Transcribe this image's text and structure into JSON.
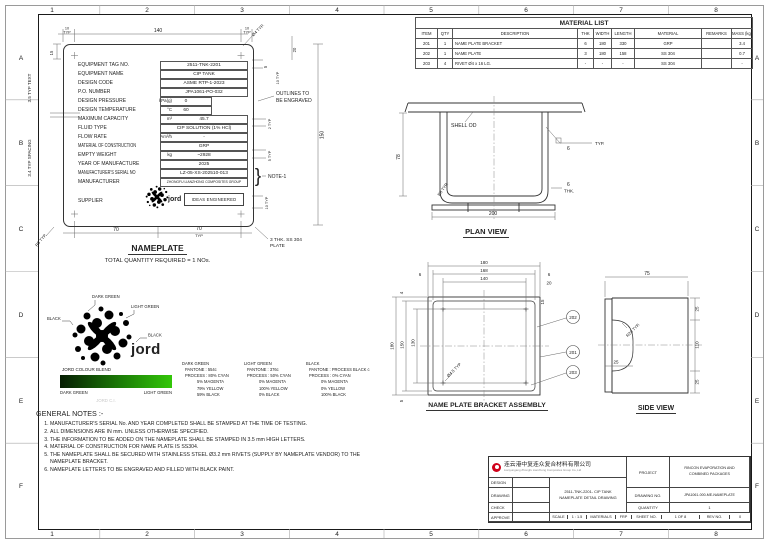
{
  "colors": {
    "line": "#333333",
    "dim": "#666666",
    "logo_red": "#d0021b",
    "dark_green": "#061d03",
    "light_green": "#33c708"
  },
  "zones": {
    "numbers": [
      "1",
      "2",
      "3",
      "4",
      "5",
      "6",
      "7",
      "8"
    ],
    "letters": [
      "A",
      "B",
      "C",
      "D",
      "E",
      "F"
    ]
  },
  "material_list": {
    "title": "MATERIAL LIST",
    "headers": [
      "ITEM",
      "QTY",
      "DESCRIPTION",
      "THK",
      "WIDTH",
      "LENGTH",
      "MATERIAL",
      "REMARKS",
      "MASS (kg)"
    ],
    "rows": [
      [
        "201",
        "1",
        "NAME PLATE BRACKET",
        "6",
        "180",
        "330",
        "GRP",
        "",
        "3.4"
      ],
      [
        "202",
        "1",
        "NAME PLATE",
        "3",
        "180",
        "158",
        "SS 304",
        "",
        "0.7"
      ],
      [
        "203",
        "4",
        "RIVET Ø4 x 16 LG.",
        "-",
        "-",
        "-",
        "SS 304",
        "",
        "-"
      ]
    ]
  },
  "nameplate": {
    "fields": [
      {
        "label": "EQUIPMENT TAG NO.",
        "unit": "",
        "value": "2511-TNK-2201"
      },
      {
        "label": "EQUIPMENT NAME",
        "unit": "",
        "value": "CIP TANK"
      },
      {
        "label": "DESIGN CODE",
        "unit": "",
        "value": "ASME RTP-1-2023"
      },
      {
        "label": "P.O. NUMBER",
        "unit": "",
        "value": "JPA1061-PO-032"
      },
      {
        "label": "DESIGN PRESSURE",
        "unit": "kPa(g)",
        "value": "0"
      },
      {
        "label": "DESIGN TEMPERATURE",
        "unit": "°C",
        "value": "60"
      },
      {
        "label": "MAXIMUM CAPACITY",
        "unit": "m³",
        "value": "45.7"
      },
      {
        "label": "FLUID TYPE",
        "unit": "",
        "value": "CIP SOLUTION (1% HCl)"
      },
      {
        "label": "FLOW RATE",
        "unit": "Am³/h",
        "value": "-"
      },
      {
        "label": "MATERIAL OF CONSTRUCTION",
        "unit": "",
        "value": "GRP"
      },
      {
        "label": "EMPTY WEIGHT",
        "unit": "kg",
        "value": "~2928"
      },
      {
        "label": "YEAR OF MANUFACTURE",
        "unit": "",
        "value": "2025"
      },
      {
        "label": "MANUFACTURER'S SERIAL NO",
        "unit": "",
        "value": "LZ-05-XS-202510-013"
      },
      {
        "label": "MANUFACTURER",
        "unit": "",
        "value": "ZHONGFU LIANZHONG COMPOSITES GROUP"
      }
    ],
    "supplier_label": "SUPPLIER",
    "logo_word": "jord",
    "logo_box": "IDEAS ENGINEERED",
    "title": "NAMEPLATE",
    "qty_note": "TOTAL QUANTITY REQUIRED = 1 NOs.",
    "dims": {
      "d140": "140",
      "d10": "10",
      "typ": "TYP",
      "dia4": "Ø4 TYP.",
      "d15": "15",
      "d20": "20",
      "text35": "3.5 TYP TEXT",
      "sp34": "3.4 TYP SPACING",
      "r5": "R5 TYP.",
      "d70": "70",
      "plate1": "3 THK. SS 304",
      "plate2": "PLATE",
      "d150": "150",
      "d2typ": "2 TYP",
      "d5typ": "5 TYP",
      "d5": "5",
      "d10typ": "10 TYP",
      "out1": "OUTLINES TO",
      "out2": "BE ENGRAVED",
      "note1": "NOTE-1",
      "brace": "}"
    }
  },
  "plan_view": {
    "title": "PLAN VIEW",
    "shell_od": "SHELL OD",
    "d78": "78",
    "r8": "R8 TYP.",
    "d200": "200",
    "thk_a": "6",
    "thk_b": "THK.",
    "weld_size": "6",
    "weld_typ": "TYP."
  },
  "bracket": {
    "title": "NAME PLATE BRACKET ASSEMBLY",
    "d180": "180",
    "d168": "168",
    "d140": "140",
    "d6": "6",
    "d20": "20",
    "d4": "4",
    "d15": "15",
    "v180": "180",
    "v150": "150",
    "v130": "130",
    "d5": "5",
    "dia45": "Ø4.5 TYP",
    "b202": "202",
    "b201": "201",
    "b203": "203"
  },
  "side": {
    "title": "SIDE VIEW",
    "d75": "75",
    "d25": "25",
    "d110": "110",
    "r20": "R20 TYP."
  },
  "jord": {
    "callout_dark": "DARK GREEN",
    "callout_light": "LIGHT GREEN",
    "callout_black": "BLACK",
    "word": "jord",
    "blend_title": "JORD COLOUR BLEND",
    "blend_left": "DARK GREEN",
    "blend_right": "LIGHT GREEN",
    "ci": "JORD C.I.",
    "specs": [
      {
        "name": "DARK GREEN",
        "pantone": "PANTONE : 554c",
        "p1": "PROCESS : 80% CYAN",
        "p2": "5% MAGENTA",
        "p3": "79% YELLOW",
        "p4": "59% BLACK"
      },
      {
        "name": "LIGHT GREEN",
        "pantone": "PANTONE : 376c",
        "p1": "PROCESS : 50% CYAN",
        "p2": "0% MAGENTA",
        "p3": "100% YELLOW",
        "p4": "0% BLACK"
      },
      {
        "name": "BLACK",
        "pantone": "PANTONE : PROCESS BLACK c",
        "p1": "PROCESS : 0% CYAN",
        "p2": "0% MAGENTA",
        "p3": "0% YELLOW",
        "p4": "100% BLACK"
      }
    ]
  },
  "notes": {
    "heading": "GENERAL NOTES :-",
    "items": [
      "MANUFACTURER'S SERIAL No. AND YEAR COMPLETED SHALL BE STAMPED AT THE TIME OF TESTING.",
      "ALL DIMENSIONS ARE IN mm. UNLESS OTHERWISE SPECIFIED.",
      "THE INFORMATION TO BE ADDED ON THE NAMEPLATE SHALL BE STAMPED IN 3.5 mm HIGH LETTERS.",
      "MATERIAL OF CONSTRUCTION FOR NAME PLATE IS SS304.",
      "THE NAMEPLATE SHALL BE SECURED WITH STAINLESS STEEL Ø3.2 mm RIVETS (SUPPLY BY NAMEPLATE VENDOR) TO THE NAMEPLATE BRACKET.",
      "NAMEPLATE LETTERS TO BE ENGRAVED AND FILLED WITH BLACK PAINT."
    ]
  },
  "title_block": {
    "company_cn": "连云港中复连众复合材料有限公司",
    "company_en": "Lianyungang Zhongfu Lianzhong Composites Group Co.,Ltd",
    "design": "DESIGN",
    "drawing": "DRAWING",
    "check": "CHECK",
    "approve": "APPROVE",
    "title_1": "2511-TNK-2201- CIP TANK",
    "title_2": "NAMEPLATE DETAIL DRAWING",
    "project_label": "PROJECT",
    "project_value": "RINCON EVAPORATION AND COMBINED PACKAGES",
    "drawing_no_label": "DRAWING NO.",
    "drawing_no_value": "JPA1061-000-ME-NAMEPLATE",
    "quantity_label": "QUANTITY",
    "quantity_value": "1",
    "scale_label": "SCALE",
    "scale_value": "1 : 1.5",
    "materials_label": "MATERIALS",
    "materials_value": "FRP",
    "sheet_label": "SHEET NO.",
    "sheet_value": "1  OF  8",
    "rev_label": "REV NO.",
    "rev_value": "0"
  }
}
